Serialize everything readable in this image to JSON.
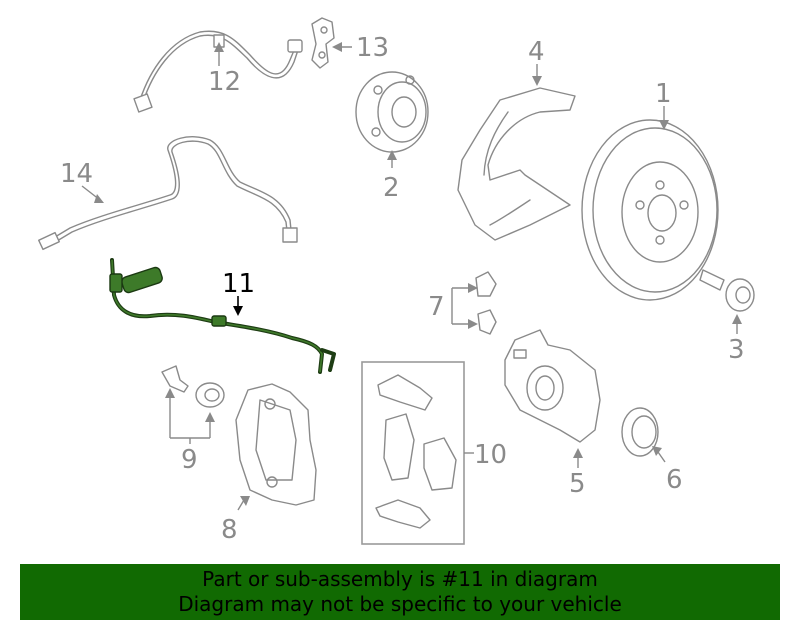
{
  "callouts": {
    "c1": "1",
    "c2": "2",
    "c3": "3",
    "c4": "4",
    "c5": "5",
    "c6": "6",
    "c7": "7",
    "c8": "8",
    "c9": "9",
    "c10": "10",
    "c11": "11",
    "c12": "12",
    "c13": "13",
    "c14": "14"
  },
  "highlighted_part": "11",
  "colors": {
    "highlight": "#3d7a29",
    "banner": "#116a02",
    "line_art": "#8a8a8a"
  },
  "banner": {
    "line1": "Part or sub-assembly is #11 in diagram",
    "line2": "Diagram may not be specific to your vehicle"
  }
}
